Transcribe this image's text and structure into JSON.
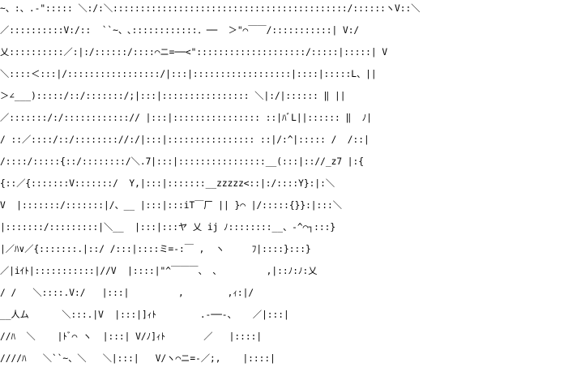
{
  "art": {
    "colors": {
      "background": "#ffffff",
      "ink": "#000000"
    },
    "lines": [
      "~、:、.‐\"::::: ＼:/:＼:::::::::::::::::::::::::::::::::::::::::::/::::::ヽV::＼",
      "／::::::::::V:/::  ``~、､::::::::::::．──  ＞\"⌒￣￣/:::::::::::| V:/",
      "乂::::::::::／:|:/::::::/::::⌒ニ=──<\"::::::::::::::::::::/:::::|:::::| V",
      "＼::::＜:::|/:::::::::::::::::/|:::|::::::::::::::::::|::::|:::::L、||",
      "＞∠___):::::/::/:::::::/;|:::|:::::::::::::::: ＼|:/|:::::: ‖ ||",
      "／:::::::/:/::::::::::::// |:::|:::::::::::::::: ::|ﾊﾞL||:::::: ‖  ﾉ|",
      "/ ::／::::/::/:::::::://:/|:::|:::::::::::::::: ::|/:^|::::: /  /::|",
      "/::::/:::::{::/::::::::/＼.7|:::|::::::::::::::::__(:::|:://_z7 |:{",
      "{::／{:::::::V:::::::/  Y,|:::|:::::::__zzzzz<::|:/::::Y}:|:＼",
      "V  |:::::::/:::::::|/、__ |:::|:::iT￣厂 || }⌒ |/:::::{}}:|:::＼",
      "|:::::::/:::::::::|＼__  |:::|:::ヤ 乂 ij ﾉ::::::::__、-^⌒┐:::}",
      "|／ﾊ∨／{:::::::.|::/ /:::|::::ミ=-:￣ ,  ヽ     ﾌ|::::}:::}",
      "／|iｲﾄ|:::::::::::|//V  |::::|\"^￣￣￣、 ､         ,|::ﾉ:ﾉ:乂",
      "/ /   ＼::::.V:/   |:::|         ,        ,ｨ:|/",
      "__人ム      ＼:::.|V  |:::|]ｨﾄ        .-──-、   ／|:::|",
      "//ﾊ  ＼    |ﾄﾞ⌒ ヽ  |:::| V/ﾉ]ｨﾄ       ／   |::::|",
      "////ﾊ   ＼``~、＼   ＼|:::|   V/ヽ⌒ニ=-／;,    |::::|"
    ]
  }
}
